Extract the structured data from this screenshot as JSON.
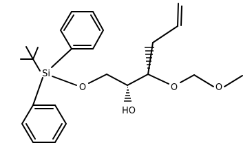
{
  "molecule": {
    "atoms": {
      "si": "Si",
      "o_silyl_ether": "O",
      "oh": "HO",
      "o_mom_inner": "O",
      "o_mom_outer": "O"
    }
  },
  "colors": {
    "bond": "#000000",
    "background": "#ffffff"
  }
}
